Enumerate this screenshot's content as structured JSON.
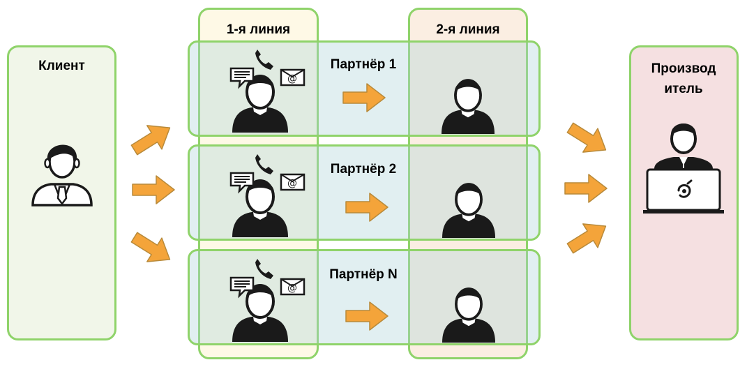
{
  "client": {
    "title": "Клиент"
  },
  "line1": {
    "title": "1-я линия"
  },
  "line2": {
    "title": "2-я линия"
  },
  "producer": {
    "title": "Производ\nитель"
  },
  "partners": [
    {
      "title": "Партнёр 1"
    },
    {
      "title": "Партнёр 2"
    },
    {
      "title": "Партнёр N"
    }
  ],
  "colors": {
    "border": "#8fd36a",
    "client_bg": "#f1f6e9",
    "line1_bg": "#fef9e6",
    "line2_bg": "#fbeee2",
    "producer_bg": "#f5e0e1",
    "arrow": "#f4a43a"
  },
  "icons": [
    "businessman-icon",
    "phone-icon",
    "chat-icon",
    "email-icon",
    "operator-icon",
    "person-icon",
    "laptop-user-icon",
    "arrow-icon"
  ]
}
